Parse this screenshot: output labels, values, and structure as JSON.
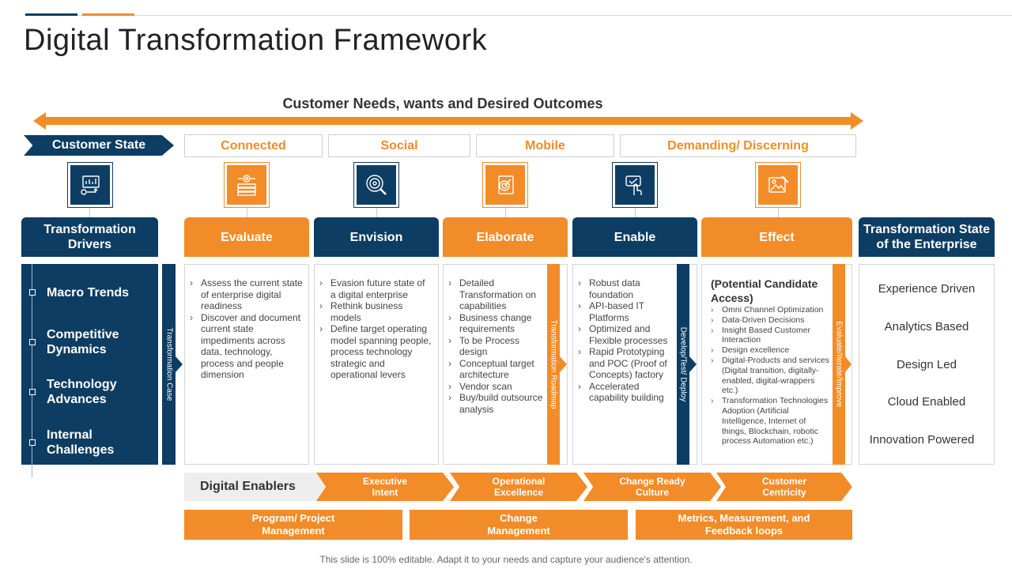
{
  "title": "Digital Transformation Framework",
  "banner": "Customer Needs, wants and Desired Outcomes",
  "customer_state": "Customer State",
  "states": [
    "Connected",
    "Social",
    "Mobile",
    "Demanding/ Discerning"
  ],
  "icons": [
    "analytics-dashboard-icon",
    "server-gear-icon",
    "target-search-icon",
    "document-target-icon",
    "touch-screen-icon",
    "image-edit-icon"
  ],
  "drivers": {
    "title": "Transformation Drivers",
    "items": [
      "Macro Trends",
      "Competitive Dynamics",
      "Technology Advances",
      "Internal Challenges"
    ],
    "strip": "Transformation Case"
  },
  "stages": [
    {
      "label": "Evaluate",
      "bullets": [
        "Assess the current state of enterprise digital readiness",
        "Discover and document current state impediments across data, technology, process and people dimension"
      ]
    },
    {
      "label": "Envision",
      "bullets": [
        "Evasion future state of a digital enterprise",
        "Rethink business models",
        "Define target operating model spanning people, process technology strategic and operational levers"
      ]
    },
    {
      "label": "Elaborate",
      "strip": "Transformation Roadmap",
      "bullets": [
        "Detailed Transformation on capabilities",
        "Business change requirements",
        "To be Process design",
        "Conceptual target architecture",
        "Vendor scan",
        "Buy/build outsource analysis"
      ]
    },
    {
      "label": "Enable",
      "strip": "Develop/Test/ Deploy",
      "bullets": [
        "Robust data foundation",
        "API-based IT Platforms",
        "Optimized and Flexible processes",
        "Rapid Prototyping and POC (Proof of Concepts) factory",
        "Accelerated capability building"
      ]
    },
    {
      "label": "Effect",
      "strip": "Evaluate/Iterate/Improve",
      "heading": "(Potential Candidate Access)",
      "bullets": [
        "Omni Channel Optimization",
        "Data-Driven Decisions",
        "Insight Based Customer Interaction",
        "Design excellence",
        "Digital-Products and services (Digital transition, digitally-enabled, digital-wrappers etc.)",
        "Transformation Technologies Adoption (Artificial Intelligence, Internet of things, Blockchain, robotic process Automation etc.)"
      ]
    }
  ],
  "enterprise": {
    "title": "Transformation State of the Enterprise",
    "items": [
      "Experience Driven",
      "Analytics Based",
      "Design Led",
      "Cloud Enabled",
      "Innovation  Powered"
    ]
  },
  "enablers": {
    "label": "Digital Enablers",
    "chevrons": [
      "Executive Intent",
      "Operational Excellence",
      "Change Ready Culture",
      "Customer Centricity"
    ]
  },
  "bottom": [
    "Program/ Project Management",
    "Change Management",
    "Metrics, Measurement, and Feedback loops"
  ],
  "footer": "This slide is 100% editable. Adapt it to your needs and capture your audience's attention.",
  "colors": {
    "navy": "#0e3d63",
    "orange": "#f28c28"
  }
}
